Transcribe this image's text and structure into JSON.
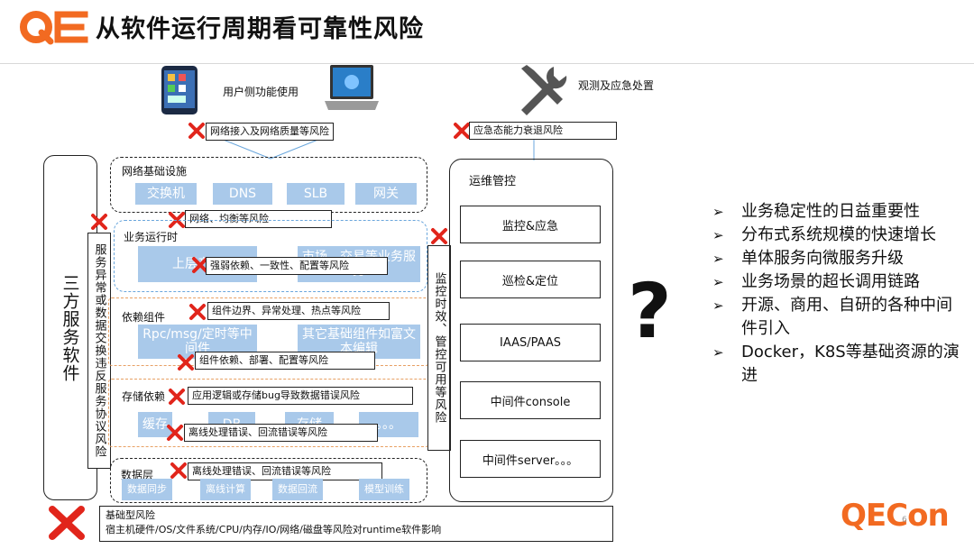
{
  "header": {
    "title": "从软件运行周期看可靠性风险",
    "logo_text": "QE"
  },
  "top": {
    "user_label": "用户侧功能使用",
    "ops_label": "观测及应急处置"
  },
  "risk_labels": {
    "network_access": "网络接入及网络质量等风险",
    "emergency": "应急态能力衰退风险",
    "network_balance": "网络、均衡等风险",
    "weak_dependency": "强弱依赖、一致性、配置等风险",
    "component_boundary": "组件边界、异常处理、热点等风险",
    "component_deploy": "组件依赖、部署、配置等风险",
    "app_logic": "应用逻辑或存储bug导致数据错误风险",
    "offline1": "离线处理错误、回流错误等风险",
    "offline2": "离线处理错误、回流错误等风险"
  },
  "left_column": {
    "third_party": "三方服务软件",
    "service_exception": "服务异常或数据交换违反服务协议风险"
  },
  "network_infra": {
    "title": "网络基础设施",
    "tiles": [
      "交换机",
      "DNS",
      "SLB",
      "网关"
    ]
  },
  "business_runtime": {
    "title": "业务运行时",
    "tiles": [
      "上层产品",
      "市场、交易等业务服务"
    ]
  },
  "dependency": {
    "title": "依赖组件",
    "tiles": [
      "Rpc/msg/定时等中间件",
      "其它基础组件如富文本编辑"
    ]
  },
  "storage": {
    "title": "存储依赖",
    "tiles": [
      "缓存",
      "DB",
      "存储",
      "。。。"
    ]
  },
  "data_layer": {
    "title": "数据层",
    "tiles": [
      "数据同步",
      "离线计算",
      "数据回流",
      "模型训练"
    ]
  },
  "monitor_column": {
    "text": "监控时效、管控可用等风险"
  },
  "ops": {
    "title": "运维管控",
    "items": [
      "监控&应急",
      "巡检&定位",
      "IAAS/PAAS",
      "中间件console",
      "中间件server。。。"
    ]
  },
  "basic_risk": {
    "title": "基础型风险",
    "desc": "宿主机硬件/OS/文件系统/CPU/内存/IO/网络/磁盘等风险对runtime软件影响"
  },
  "question_mark": "?",
  "bullets": [
    "业务稳定性的日益重要性",
    "分布式系统规模的快速增长",
    "单体服务向微服务升级",
    "业务场景的超长调用链路",
    "开源、商用、自研的各种中间件引入",
    "Docker，K8S等基础资源的演进"
  ],
  "footer": {
    "brand": "QECon",
    "page": "6"
  },
  "colors": {
    "brand_orange": "#f26a21",
    "tile_blue": "#a9c9ea",
    "x_red": "#e1251b",
    "dash_blue": "#6aa6dc",
    "dash_orange": "#e8a063"
  }
}
